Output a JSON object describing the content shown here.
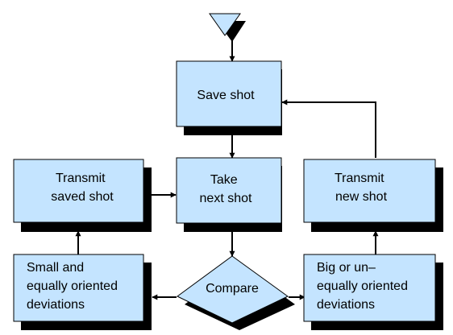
{
  "colors": {
    "box_fill": "#c4e4ff",
    "shadow": "#000000",
    "stroke": "#000000",
    "arrow": "#000000"
  },
  "nodes": {
    "start": {
      "shape": "triangle"
    },
    "save": {
      "lines": [
        "Save shot"
      ]
    },
    "take": {
      "lines": [
        "Take",
        "next shot"
      ]
    },
    "transmit_saved": {
      "lines": [
        "Transmit",
        "saved shot"
      ]
    },
    "transmit_new": {
      "lines": [
        "Transmit",
        "new shot"
      ]
    },
    "compare": {
      "lines": [
        "Compare"
      ],
      "shape": "diamond"
    },
    "small": {
      "lines": [
        "Small and",
        "equally oriented",
        "deviations"
      ]
    },
    "big": {
      "lines": [
        "Big or un–",
        "equally oriented",
        "deviations"
      ]
    }
  },
  "edges": [
    {
      "from": "start",
      "to": "save"
    },
    {
      "from": "save",
      "to": "take"
    },
    {
      "from": "take",
      "to": "compare"
    },
    {
      "from": "compare",
      "to": "small"
    },
    {
      "from": "compare",
      "to": "big"
    },
    {
      "from": "small",
      "to": "transmit_saved"
    },
    {
      "from": "big",
      "to": "transmit_new"
    },
    {
      "from": "transmit_saved",
      "to": "take"
    },
    {
      "from": "transmit_new",
      "to": "save"
    }
  ]
}
